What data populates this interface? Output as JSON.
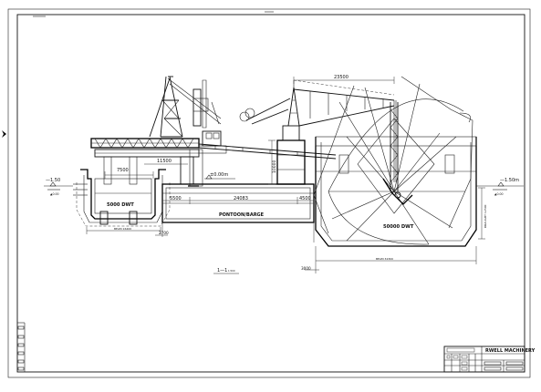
{
  "drawing": {
    "dim_top_span": "23500",
    "dim_crane_span": "11500",
    "dim_left_base": "7500",
    "dim_mast_height": "10000",
    "dim_elev_left": "—1.50",
    "dim_elev_right": "—1.50m",
    "dim_water_level": "±0.00m",
    "dim_pontoon_left": "5500",
    "dim_pontoon_mid": "24083",
    "dim_pontoon_right": "4500",
    "dim_ship_small_bottom": "2700",
    "dim_ship_big_bottom": "3000",
    "ship_small_label": "5000 DWT",
    "pontoon_label": "PONTOON/BARGE",
    "ship_big_label": "50000 DWT",
    "section_label": "1—1",
    "ship_small_beam_label": "BEAM 16400",
    "ship_big_beam_label": "BEAM 32300",
    "right_draft_label": "DRAUGHT 12500"
  },
  "title_block": {
    "company": "RWELL MACHINERY"
  }
}
